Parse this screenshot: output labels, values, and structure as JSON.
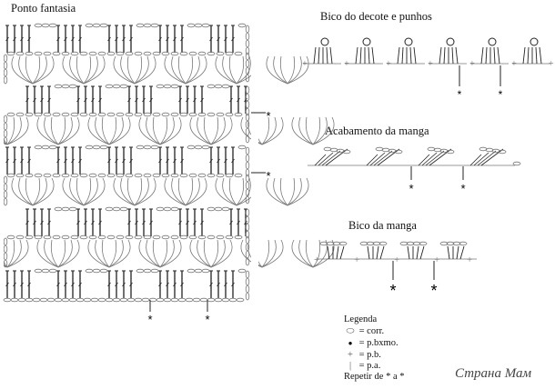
{
  "titles": {
    "main": "Ponto fantasia",
    "bico_decote": "Bico do  decote e punhos",
    "acabamento": "Acabamento da manga",
    "bico_manga": "Bico da manga"
  },
  "legend": {
    "title": "Legenda",
    "items": [
      {
        "symbol": "⬭",
        "text": "= corr."
      },
      {
        "symbol": "●",
        "text": "= p.bxmo."
      },
      {
        "symbol": "+",
        "text": "= p.b."
      },
      {
        "symbol": "|",
        "text": "= p.a."
      }
    ],
    "repeat": "Repetir de * a *"
  },
  "repeat_marker": "*",
  "watermark": "Страна Мам"
}
